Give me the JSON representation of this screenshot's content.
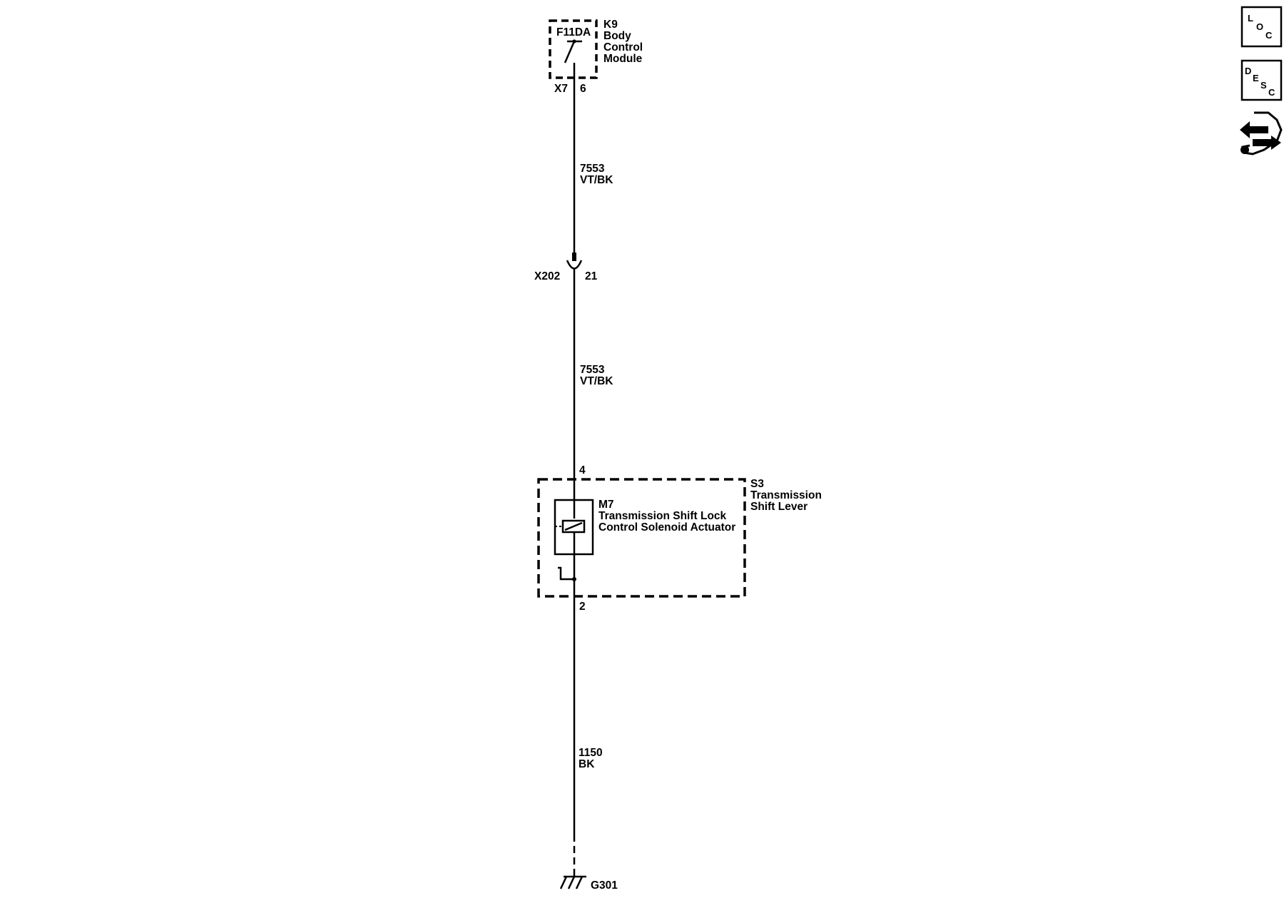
{
  "module": {
    "fuse_label": "F11DA",
    "name_lines": [
      "K9",
      "Body",
      "Control",
      "Module"
    ],
    "connector": "X7",
    "pin": "6"
  },
  "wire_1": {
    "circuit": "7553",
    "color": "VT/BK"
  },
  "inline_connector": {
    "name": "X202",
    "pin": "21"
  },
  "wire_2": {
    "circuit": "7553",
    "color": "VT/BK"
  },
  "shift_lever": {
    "pin_top": "4",
    "name_lines": [
      "S3",
      "Transmission",
      "Shift Lever"
    ],
    "solenoid_lines": [
      "M7",
      "Transmission Shift Lock",
      "Control Solenoid Actuator"
    ],
    "pin_bottom": "2"
  },
  "wire_3": {
    "circuit": "1150",
    "color": "BK"
  },
  "ground": {
    "name": "G301"
  },
  "side_icons": {
    "loc": {
      "letters": [
        "L",
        "O",
        "C"
      ],
      "icon": "location-icon"
    },
    "desc": {
      "letters": [
        "D",
        "E",
        "S",
        "C"
      ],
      "icon": "description-icon"
    },
    "repair": {
      "icon": "repair-arrows-wrench-icon"
    }
  }
}
